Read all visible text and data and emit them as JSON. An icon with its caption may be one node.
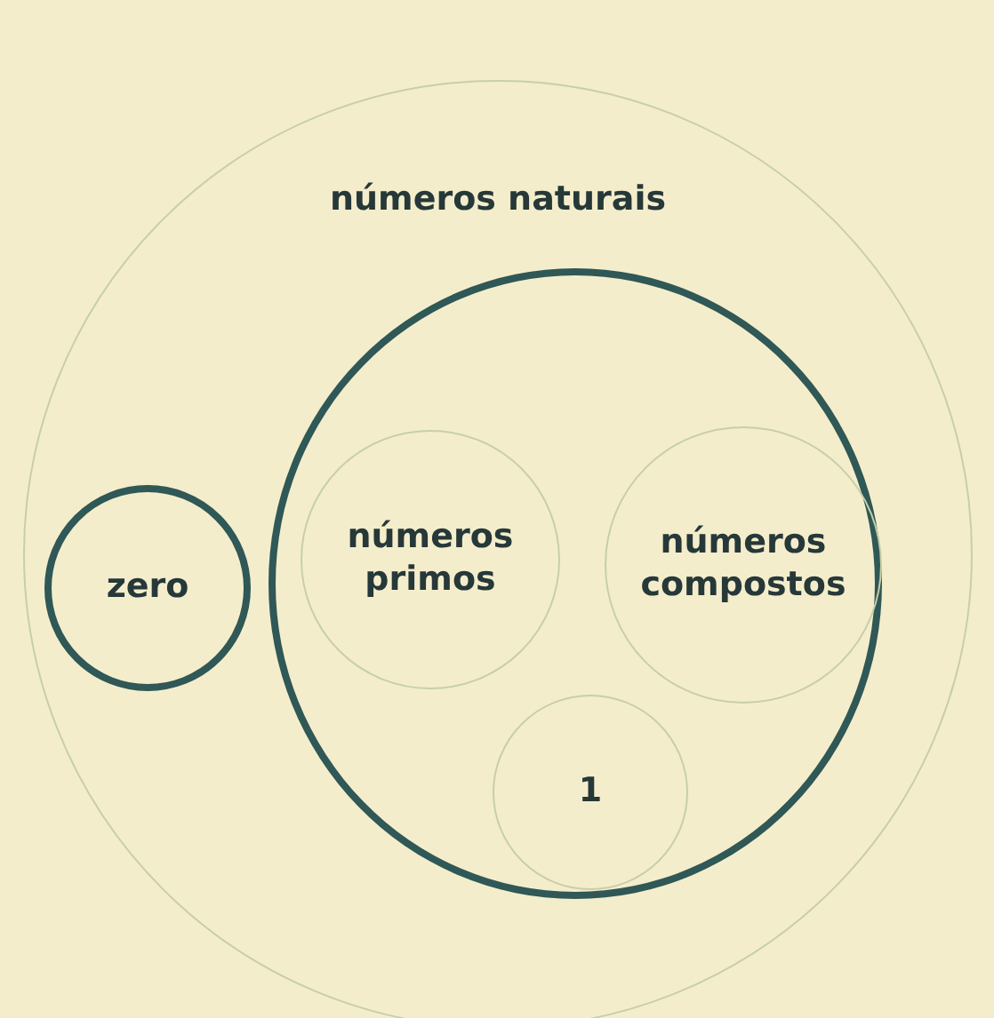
{
  "diagram": {
    "nodes": [
      {
        "text": [
          "números naturais"
        ]
      },
      {
        "text": [
          "zero"
        ],
        "in": 0
      },
      {
        "text": [],
        "shape": "circle",
        "in": 0
      },
      {
        "text": [
          "números primos"
        ],
        "in": 2
      },
      {
        "text": [
          "números compostos"
        ],
        "in": 2
      },
      {
        "text": [
          "1"
        ],
        "in": 2
      }
    ]
  }
}
